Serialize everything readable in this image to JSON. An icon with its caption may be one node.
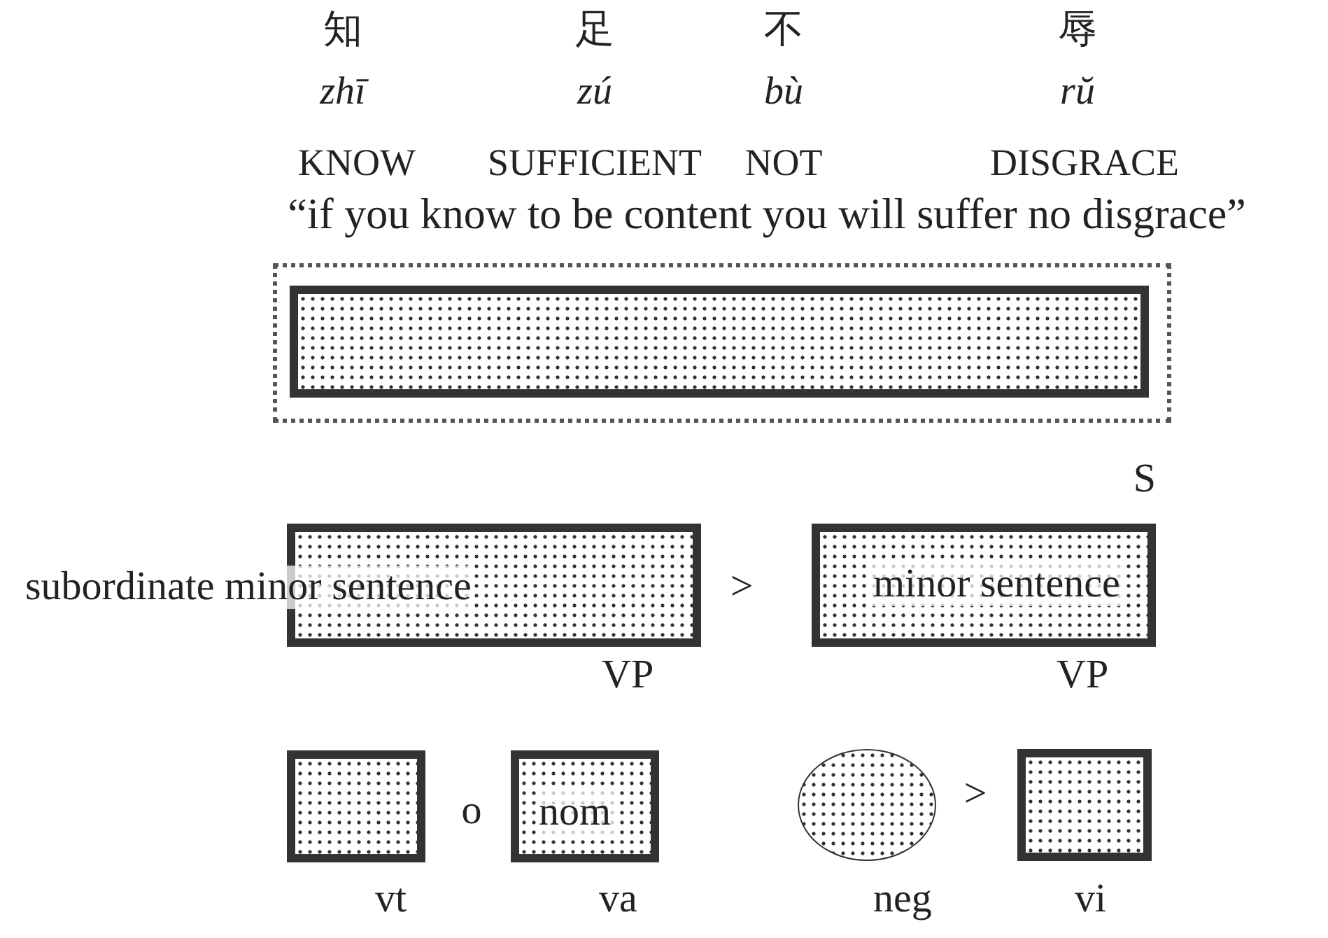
{
  "diagram": {
    "nodes": [
      {
        "text": [],
        "shape": "box"
      },
      {
        "text": [],
        "shape": "box",
        "in": 0
      },
      {
        "text": [
          "subordinate minor sentence"
        ],
        "beside": [
          "VP"
        ]
      },
      {
        "text": [
          "minor sentence"
        ],
        "beside": [
          "VP"
        ]
      },
      {
        "text": [],
        "shape": "box",
        "beside": [
          "vt"
        ]
      },
      {
        "text": [
          "nom"
        ],
        "beside": [
          "va"
        ]
      },
      {
        "text": [],
        "shape": "circle",
        "beside": [
          "neg"
        ]
      },
      {
        "text": [],
        "shape": "box",
        "beside": [
          "vi"
        ]
      }
    ],
    "edges": [],
    "labels": [
      "知",
      "足",
      "不",
      "辱",
      "zhī",
      "zú",
      "bù",
      "rŭ",
      "KNOW",
      "SUFFICIENT",
      "NOT",
      "DISGRACE",
      "“if you know to be content you will suffer no disgrace”",
      "S",
      ">",
      "o",
      ">"
    ]
  }
}
